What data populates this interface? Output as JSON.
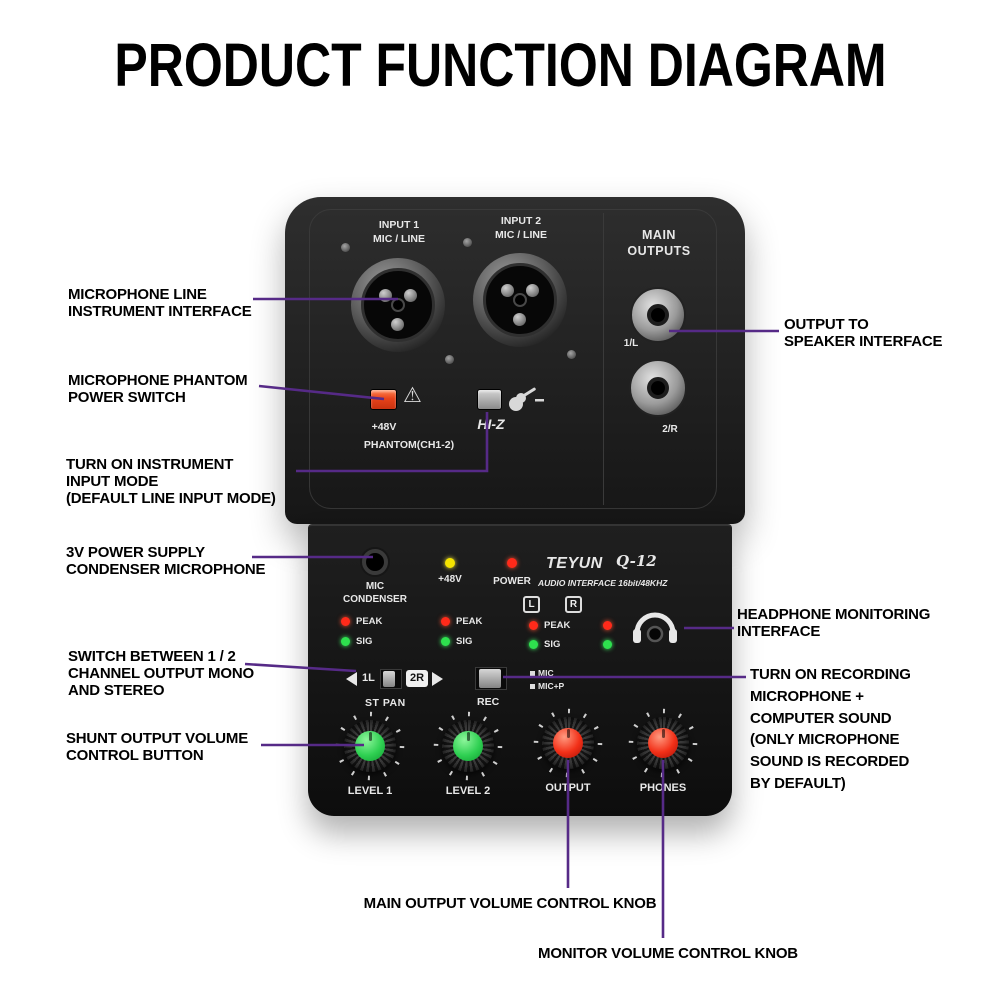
{
  "title": "PRODUCT FUNCTION DIAGRAM",
  "device": {
    "brand": "TEYUN",
    "model": "Q-12",
    "subtitle": "AUDIO INTERFACE 16bit/48KHZ",
    "top_panel": {
      "input1_label": "INPUT 1\nMIC / LINE",
      "input2_label": "INPUT 2\nMIC / LINE",
      "main_outputs_label": "MAIN\nOUTPUTS",
      "output_jack_1": "1/L",
      "output_jack_2": "2/R",
      "phantom_switch_label": "+48V",
      "phantom_label": "PHANTOM(CH1-2)",
      "hiz_label": "HI-Z",
      "warning_icon": "⚠"
    },
    "front_panel": {
      "mic_condenser_label": "MIC\nCONDENSER",
      "phantom_led_label": "+48V",
      "power_led_label": "POWER",
      "peak_label": "PEAK",
      "sig_label": "SIG",
      "left_channel": "L",
      "right_channel": "R",
      "stereo_switch_left": "1L",
      "stereo_switch_right": "2R",
      "st_pan_label": "ST PAN",
      "rec_label": "REC",
      "rec_mode_1": "MIC",
      "rec_mode_2": "MIC+P",
      "knob_labels": [
        "LEVEL 1",
        "LEVEL 2",
        "OUTPUT",
        "PHONES"
      ]
    }
  },
  "callouts": {
    "left": [
      {
        "text": "MICROPHONE LINE\nINSTRUMENT INTERFACE"
      },
      {
        "text": "MICROPHONE PHANTOM\nPOWER SWITCH"
      },
      {
        "text": "TURN ON INSTRUMENT\nINPUT MODE\n(DEFAULT LINE INPUT MODE)"
      },
      {
        "text": "3V POWER SUPPLY\nCONDENSER MICROPHONE"
      },
      {
        "text": "SWITCH BETWEEN 1 / 2\nCHANNEL OUTPUT MONO\nAND STEREO"
      },
      {
        "text": "SHUNT OUTPUT VOLUME\nCONTROL BUTTON"
      }
    ],
    "right": [
      {
        "text": "OUTPUT TO\nSPEAKER INTERFACE"
      },
      {
        "text": "HEADPHONE MONITORING\nINTERFACE"
      },
      {
        "text": "TURN ON RECORDING\nMICROPHONE +\nCOMPUTER SOUND\n(ONLY MICROPHONE\nSOUND IS RECORDED\nBY DEFAULT)"
      }
    ],
    "bottom": [
      {
        "text": "MAIN OUTPUT VOLUME CONTROL KNOB"
      },
      {
        "text": "MONITOR VOLUME CONTROL KNOB"
      }
    ]
  },
  "colors": {
    "connector_line": "#562a87",
    "phantom_switch": "#e8431a",
    "led_red": "#ff2a1a",
    "led_green": "#2ee04e",
    "led_yellow": "#f5e400",
    "knob_green": "#2fd052",
    "knob_red": "#f23018",
    "device_body": "#1a1a1a"
  }
}
